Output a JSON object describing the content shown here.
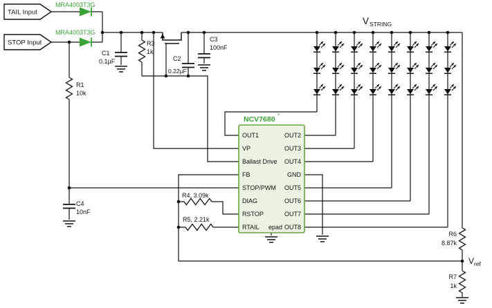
{
  "colors": {
    "green": "#3aa335",
    "ic_fill": "#ebf3e2",
    "ic_stroke": "#68a63e",
    "wire": "#111111"
  },
  "inputs": {
    "tail": "TAIL Input",
    "stop": "STOP Input"
  },
  "diodes": {
    "tail_part": "MRA4003T3G",
    "stop_part": "MRA4003T3G"
  },
  "resistors": {
    "r1": {
      "name": "R1",
      "value": "10k"
    },
    "r3": {
      "name": "R3",
      "value": "1k"
    },
    "r4": {
      "label": "R4, 3.09k"
    },
    "r5": {
      "label": "R5, 2.21k"
    },
    "r6": {
      "name": "R6",
      "value": "8.87k"
    },
    "r7": {
      "name": "R7",
      "value": "1k"
    }
  },
  "capacitors": {
    "c1": {
      "name": "C1",
      "value": "0.1µF"
    },
    "c2": {
      "name": "C2",
      "value": "0.22µF"
    },
    "c3": {
      "name": "C3",
      "value": "100nF"
    },
    "c4": {
      "name": "C4",
      "value": "10nF"
    }
  },
  "ic": {
    "name": "NCV7680",
    "footnote": "*",
    "left_pins": [
      "OUT1",
      "VP",
      "Ballast Drive",
      "FB",
      "STOP/PWM",
      "DIAG",
      "RSTOP",
      "RTAIL"
    ],
    "right_pins": [
      "OUT2",
      "OUT3",
      "OUT4",
      "GND",
      "OUT5",
      "OUT6",
      "OUT7",
      "OUT8"
    ],
    "epad": "epad"
  },
  "nets": {
    "vstring_base": "V",
    "vstring_sub": "STRING",
    "vref_base": "V",
    "vref_sub": "ref"
  },
  "led_matrix": {
    "columns": 8,
    "rows": 3
  }
}
